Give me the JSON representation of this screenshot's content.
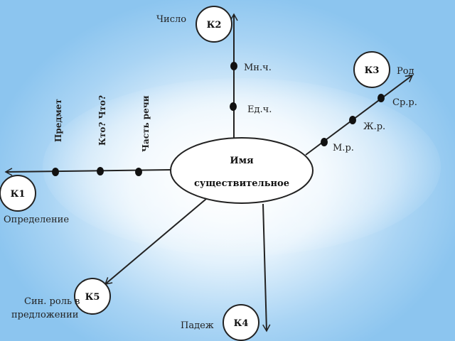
{
  "center": {
    "line1": "Имя",
    "line2": "существительное"
  },
  "nodes": {
    "k1": "К1",
    "k2": "К2",
    "k3": "К3",
    "k4": "К4",
    "k5": "К5"
  },
  "branch_number": {
    "title": "Число",
    "plural": "Мн.ч.",
    "singular": "Ед.ч."
  },
  "branch_gender": {
    "title": "Род",
    "neuter": "Ср.р.",
    "feminine": "Ж.р.",
    "masculine": "М.р."
  },
  "branch_definition": {
    "title": "Определение",
    "subject": "Предмет",
    "question": "Кто? Что?",
    "part_of_speech": "Часть речи"
  },
  "branch_role": {
    "line1": "Син. роль в",
    "line2": "предложении"
  },
  "branch_case": {
    "title": "Падеж"
  }
}
